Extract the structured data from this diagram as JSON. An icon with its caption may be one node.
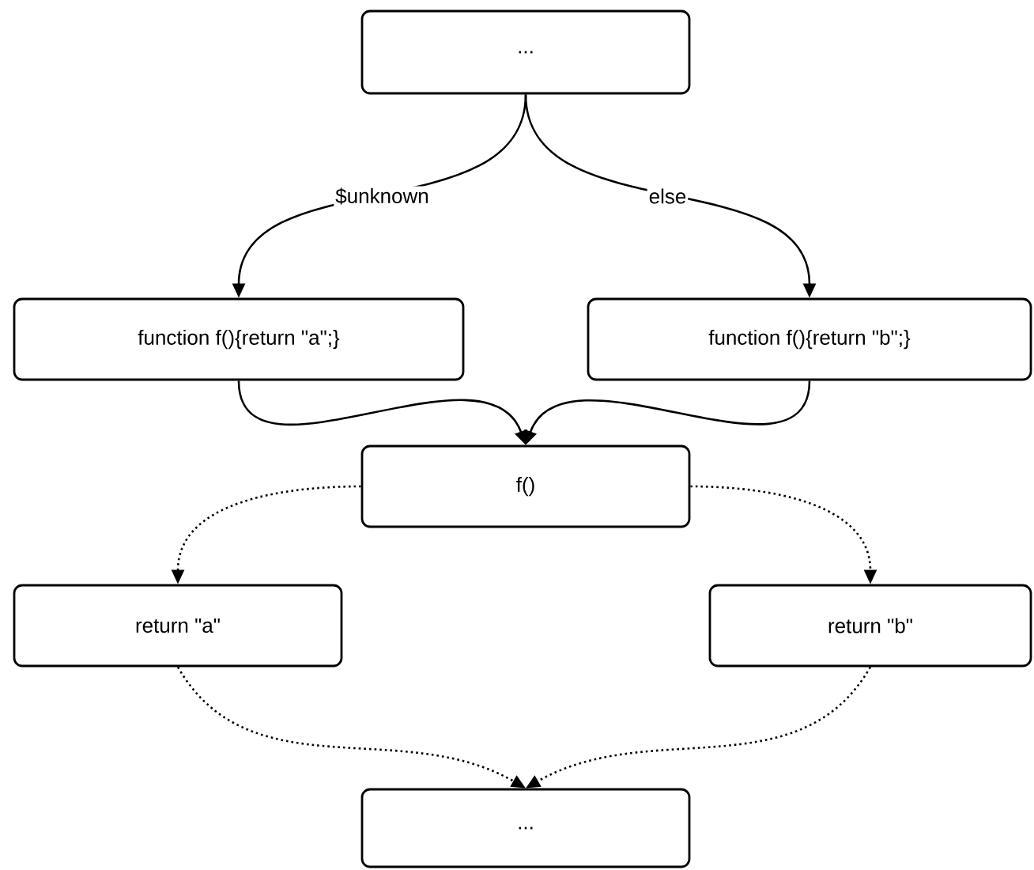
{
  "diagram": {
    "nodes": [
      {
        "text": [
          "..."
        ]
      },
      {
        "text": [
          "function f(){return \"a\";}"
        ]
      },
      {
        "text": [
          "function f(){return \"b\";}"
        ]
      },
      {
        "text": [
          "f()"
        ]
      },
      {
        "text": [
          "return \"a\""
        ]
      },
      {
        "text": [
          "return \"b\""
        ]
      },
      {
        "text": [
          "..."
        ]
      }
    ],
    "edges": [
      {
        "from": 0,
        "to": 1,
        "arrow": "to",
        "label": "$unknown"
      },
      {
        "from": 0,
        "to": 2,
        "arrow": "to",
        "label": "else"
      },
      {
        "from": 1,
        "to": 3,
        "arrow": "to"
      },
      {
        "from": 2,
        "to": 3,
        "arrow": "to"
      },
      {
        "from": 3,
        "to": 4,
        "arrow": "to",
        "style": "dashed"
      },
      {
        "from": 3,
        "to": 5,
        "arrow": "to",
        "style": "dashed"
      },
      {
        "from": 4,
        "to": 6,
        "arrow": "to",
        "style": "dashed"
      },
      {
        "from": 5,
        "to": 6,
        "arrow": "to",
        "style": "dashed"
      }
    ]
  }
}
